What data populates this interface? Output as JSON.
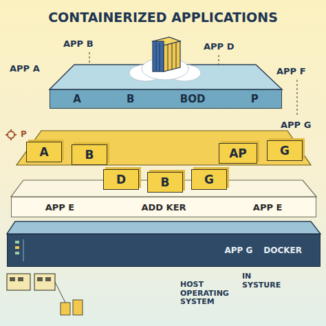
{
  "diagram": {
    "title": "CONTAINERIZED APPLICATIONS",
    "nodes": [
      {
        "text": [
          "A",
          "B",
          "BOD",
          "P"
        ]
      },
      {
        "text": [
          "A"
        ]
      },
      {
        "text": [
          "B"
        ]
      },
      {
        "text": [
          "AP"
        ]
      },
      {
        "text": [
          "G"
        ]
      },
      {
        "text": [
          "D"
        ]
      },
      {
        "text": [
          "B"
        ]
      },
      {
        "text": [
          "G"
        ]
      },
      {
        "text": [
          "APP E",
          "ADD KER",
          "APP E"
        ]
      },
      {
        "text": [
          "APP G",
          "DOCKER"
        ]
      }
    ],
    "labels": [
      "APP B",
      "APP D",
      "APP A",
      "APP F",
      "APP G",
      "P",
      "HOST OPERATING SYSTEM",
      "IN SYSTURE"
    ]
  }
}
